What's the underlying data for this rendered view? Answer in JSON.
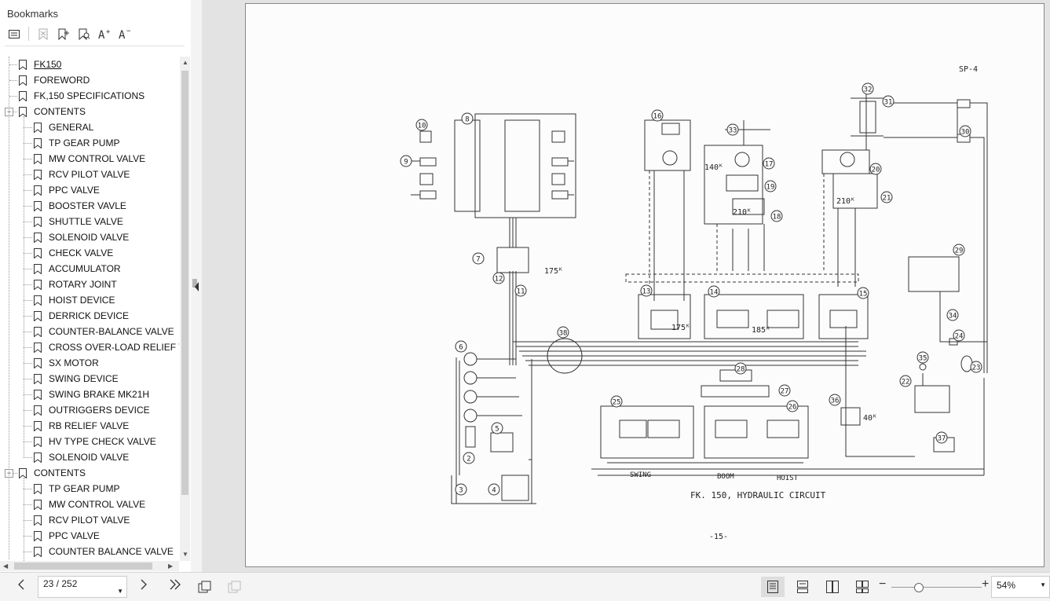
{
  "sidebar": {
    "title": "Bookmarks",
    "toolbar": [
      "menu-icon",
      "delete-bookmark-icon",
      "add-bookmark-icon",
      "find-bookmark-icon",
      "increase-font-icon",
      "decrease-font-icon"
    ],
    "items": [
      {
        "label": "FK150",
        "level": 0
      },
      {
        "label": "FOREWORD",
        "level": 0
      },
      {
        "label": "FK,150 SPECIFICATIONS",
        "level": 0
      },
      {
        "label": "CONTENTS",
        "level": 0,
        "expandable": true
      },
      {
        "label": "GENERAL",
        "level": 1
      },
      {
        "label": "TP GEAR PUMP",
        "level": 1
      },
      {
        "label": "MW CONTROL VALVE",
        "level": 1
      },
      {
        "label": "RCV PILOT VALVE",
        "level": 1
      },
      {
        "label": "PPC VALVE",
        "level": 1
      },
      {
        "label": "BOOSTER VAVLE",
        "level": 1
      },
      {
        "label": "SHUTTLE VALVE",
        "level": 1
      },
      {
        "label": "SOLENOID VALVE",
        "level": 1
      },
      {
        "label": "CHECK VALVE",
        "level": 1
      },
      {
        "label": "ACCUMULATOR",
        "level": 1
      },
      {
        "label": "ROTARY JOINT",
        "level": 1
      },
      {
        "label": "HOIST DEVICE",
        "level": 1
      },
      {
        "label": "DERRICK DEVICE",
        "level": 1
      },
      {
        "label": "COUNTER-BALANCE VALVE",
        "level": 1
      },
      {
        "label": "CROSS OVER-LOAD RELIEF VAL",
        "level": 1
      },
      {
        "label": "SX MOTOR",
        "level": 1
      },
      {
        "label": "SWING DEVICE",
        "level": 1
      },
      {
        "label": "SWING BRAKE MK21H",
        "level": 1
      },
      {
        "label": "OUTRIGGERS DEVICE",
        "level": 1
      },
      {
        "label": "RB RELIEF VALVE",
        "level": 1
      },
      {
        "label": "HV TYPE  CHECK VALVE",
        "level": 1
      },
      {
        "label": "SOLENOID VALVE",
        "level": 1
      },
      {
        "label": "CONTENTS",
        "level": 0,
        "expandable": true
      },
      {
        "label": "TP GEAR PUMP",
        "level": 1
      },
      {
        "label": "MW CONTROL VALVE",
        "level": 1
      },
      {
        "label": "RCV PILOT VALVE",
        "level": 1
      },
      {
        "label": "PPC VALVE",
        "level": 1
      },
      {
        "label": "COUNTER BALANCE VALVE",
        "level": 1
      }
    ]
  },
  "document": {
    "sheet_code": "SP-4",
    "caption": "FK. 150, HYDRAULIC CIRCUIT",
    "page_number": "-15-",
    "labels": {
      "swing": "SWING",
      "boom": "BOOM",
      "hoist": "HOIST"
    },
    "numbers": [
      "32",
      "31",
      "30",
      "10",
      "8",
      "9",
      "16",
      "33",
      "17",
      "19",
      "18",
      "20",
      "21",
      "7",
      "12",
      "11",
      "13",
      "14",
      "15",
      "29",
      "34",
      "24",
      "23",
      "38",
      "6",
      "5",
      "2",
      "3",
      "4",
      "25",
      "28",
      "27",
      "26",
      "36",
      "22",
      "35",
      "37"
    ],
    "pressures": {
      "p175a": "175ᴷ",
      "p140": "140ᴷ",
      "p210a": "210ᴷ",
      "p210b": "210ᴷ",
      "p175b": "175ᴷ",
      "p185": "185ᴷ",
      "p40": "40ᴷ"
    }
  },
  "bottombar": {
    "page_indicator": "23 / 252",
    "zoom": "54%"
  }
}
